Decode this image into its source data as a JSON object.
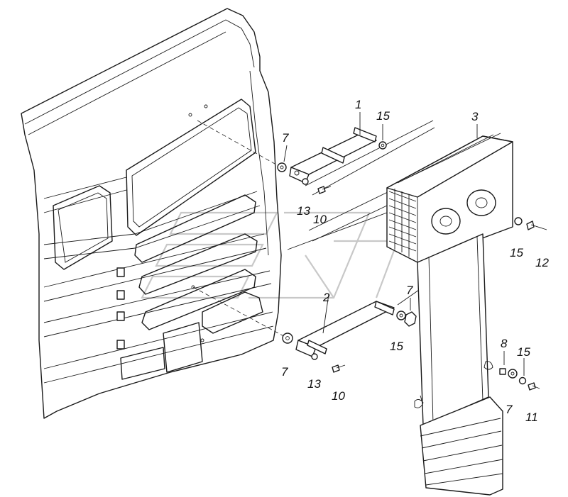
{
  "callouts": [
    {
      "id": "c1",
      "text": "1"
    },
    {
      "id": "c2",
      "text": "2"
    },
    {
      "id": "c3",
      "text": "3"
    },
    {
      "id": "c7a",
      "text": "7"
    },
    {
      "id": "c7b",
      "text": "7"
    },
    {
      "id": "c7c",
      "text": "7"
    },
    {
      "id": "c7d",
      "text": "7"
    },
    {
      "id": "c8",
      "text": "8"
    },
    {
      "id": "c10a",
      "text": "10"
    },
    {
      "id": "c10b",
      "text": "10"
    },
    {
      "id": "c11",
      "text": "11"
    },
    {
      "id": "c12",
      "text": "12"
    },
    {
      "id": "c13a",
      "text": "13"
    },
    {
      "id": "c13b",
      "text": "13"
    },
    {
      "id": "c15a",
      "text": "15"
    },
    {
      "id": "c15b",
      "text": "15"
    },
    {
      "id": "c15c",
      "text": "15"
    },
    {
      "id": "c15d",
      "text": "15"
    }
  ],
  "colors": {
    "line": "#1a1a1a",
    "background": "#ffffff",
    "watermark": "#c8c8c8"
  }
}
